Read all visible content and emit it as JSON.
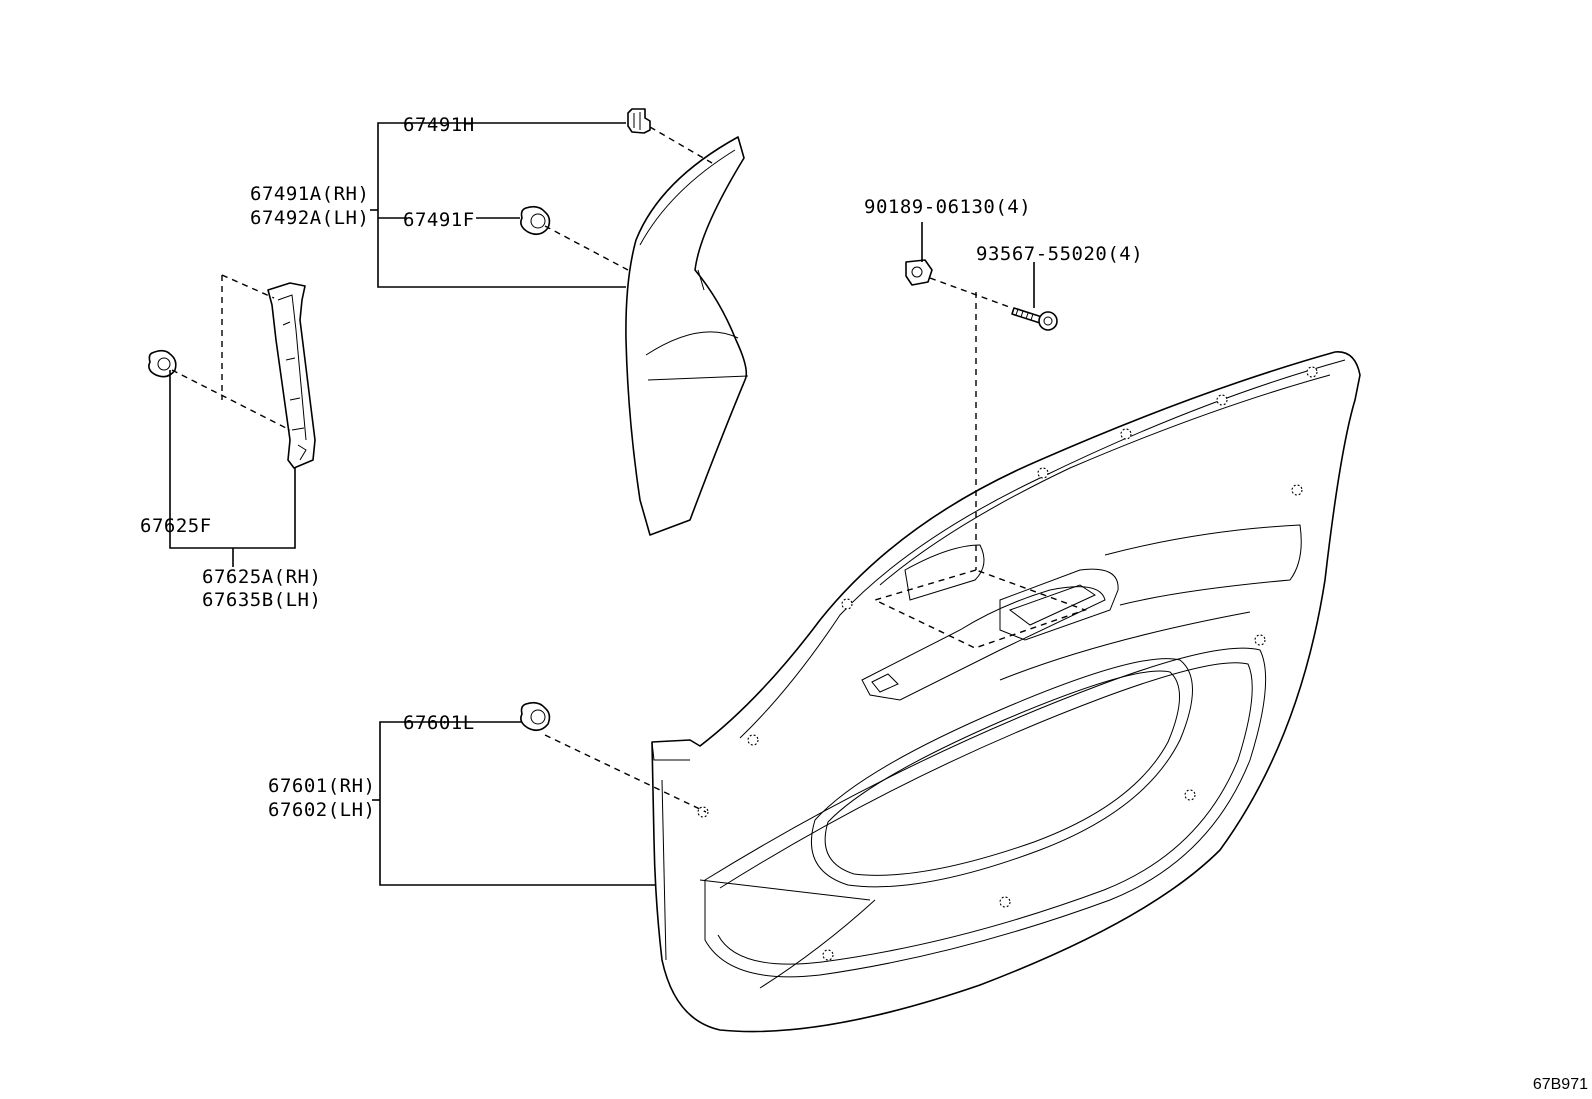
{
  "labels": {
    "p67491H": "67491H",
    "p67491A": "67491A(RH)",
    "p67492A": "67492A(LH)",
    "p67491F": "67491F",
    "p67625F": "67625F",
    "p67625A": "67625A(RH)",
    "p67635B": "67635B(LH)",
    "p90189": "90189-06130(4)",
    "p93567": "93567-55020(4)",
    "p67601L": "67601L",
    "p67601": "67601(RH)",
    "p67602": "67602(LH)"
  },
  "diagram_code": "67B971"
}
